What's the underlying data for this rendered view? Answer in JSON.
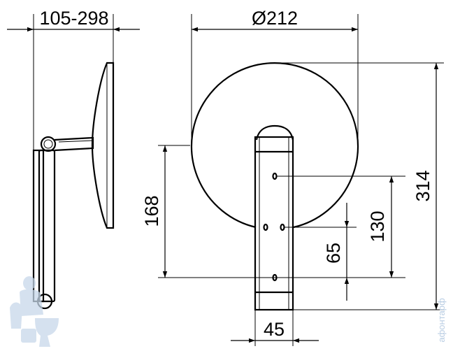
{
  "dimensions": {
    "arm_reach": "105-298",
    "mirror_diameter": "Ø212",
    "total_height": "314",
    "mount_height": "168",
    "hole_spacing_upper": "130",
    "hole_spacing_lower": "65",
    "plate_width": "45"
  },
  "watermark": {
    "text": "афонтарф",
    "icon": "plumber-mascot-icon"
  },
  "colors": {
    "line": "#000000",
    "watermark": "#c7d8ea"
  }
}
